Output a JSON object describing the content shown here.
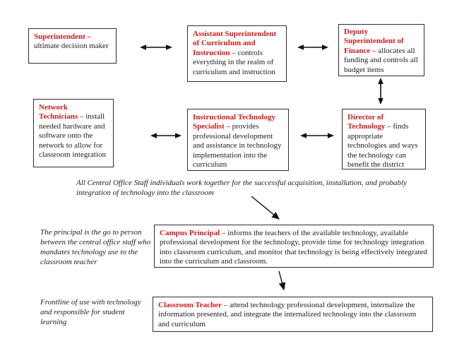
{
  "colors": {
    "accent_red": "#cc1b1b",
    "box_border": "#2e2e2e",
    "text": "#1c1c1c",
    "background": "#ffffff"
  },
  "boxes": {
    "superintendent": {
      "title": "Superintendent –",
      "body": " ultimate decision maker"
    },
    "assistant_superintendent": {
      "title": "Assistant Superintendent of Curriculum and Instruction",
      "body": " – controls everything in the realm of curriculum and instruction"
    },
    "deputy_superintendent": {
      "title": "Deputy Superintendent of Finance",
      "body": " – allocates all funding and controls all budget items"
    },
    "network_technicians": {
      "title": "Network Technicians",
      "body": " – install needed hardware and software onto the network to allow for classroom integration"
    },
    "instructional_technology_specialist": {
      "title": "Instructional Technology Specialist",
      "body": " – provides professional development and assistance in technology implementation into the curriculum"
    },
    "director_of_technology": {
      "title": "Director of Technology",
      "body": " – finds appropriate technologies and ways the technology can benefit the district"
    },
    "campus_principal": {
      "title": "Campus Principal",
      "body": " – informs the teachers of the available technology, available professional development for the technology, provide time for technology integration into classroom curriculum, and monitor that technology is being effectively integrated into the curriculum and classroom."
    },
    "classroom_teacher": {
      "title": "Classroom Teacher",
      "body": " – attend technology professional development, internalize the information presented, and integrate the internalized technology into the classroom and curriculum"
    }
  },
  "notes": {
    "central_office_staff": "All Central Office Staff individuals work together for the successful acquisition, installation, and probably integration of technology into the classroom",
    "principal_role": "The principal is the go to person between the central office staff who mandates technology use to the classroom teacher",
    "teacher_role": "Frontline of use with technology and responsible for student learning"
  },
  "arrows": [
    {
      "name": "superintendent-assistant",
      "type": "double-headed-horizontal"
    },
    {
      "name": "assistant-deputy",
      "type": "double-headed-horizontal"
    },
    {
      "name": "deputy-director",
      "type": "double-headed-vertical"
    },
    {
      "name": "network-specialist",
      "type": "double-headed-horizontal"
    },
    {
      "name": "specialist-director",
      "type": "double-headed-horizontal"
    },
    {
      "name": "staff-to-campus-principal",
      "type": "single-diagonal-down"
    },
    {
      "name": "principal-to-classroom-teacher",
      "type": "single-down"
    }
  ]
}
